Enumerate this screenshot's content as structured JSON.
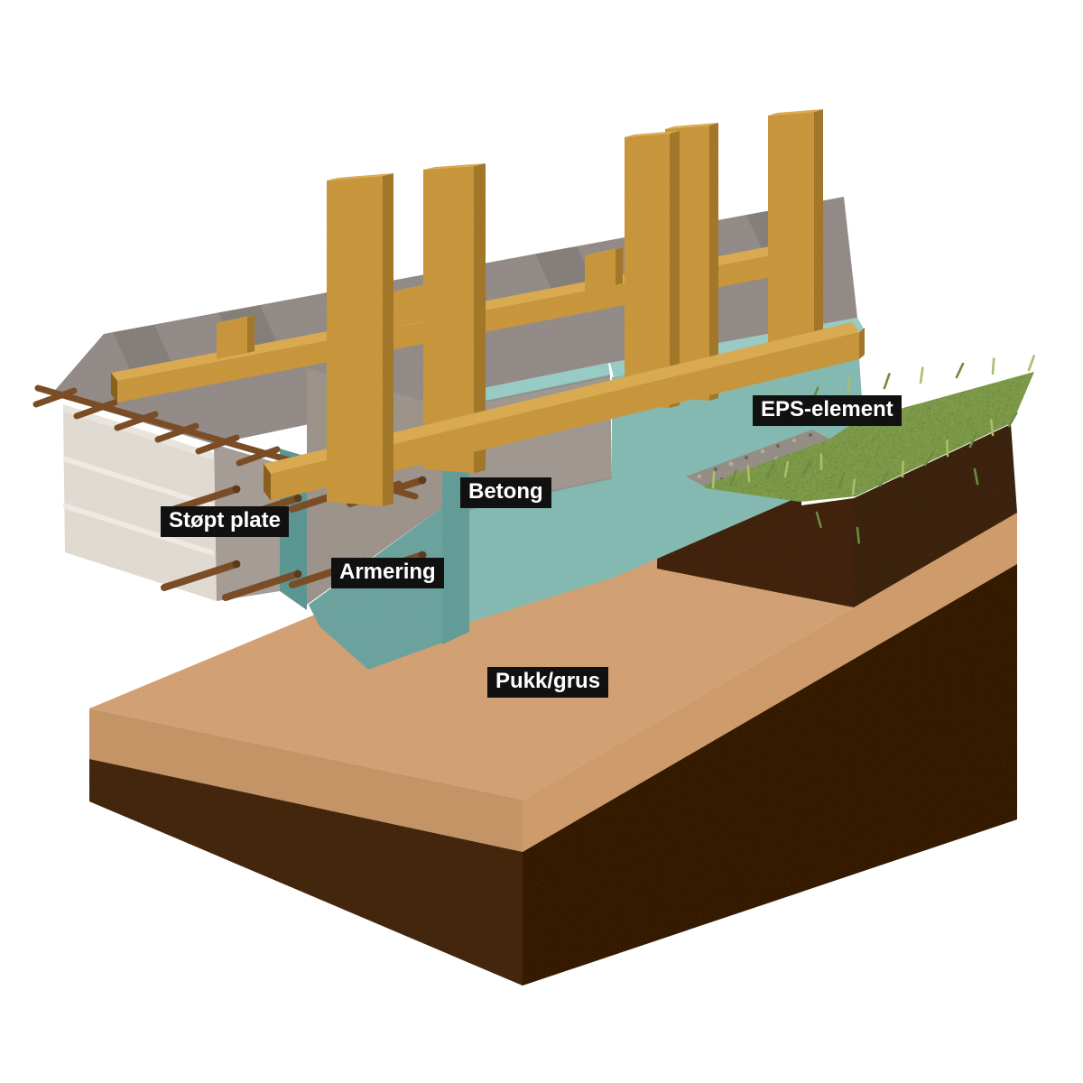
{
  "scene": {
    "background": "#ffffff",
    "labels": {
      "eps_element": "EPS-element",
      "betong": "Betong",
      "stopt_plate": "Støpt plate",
      "armering": "Armering",
      "pukk_grus": "Pukk/grus"
    },
    "label_colors": {
      "background": "#111111",
      "text": "#ffffff"
    },
    "materials": {
      "wood": "#ce9b41",
      "wood_side": "#a87b2f",
      "wood_top": "#e0b055",
      "wood_end": "#8e6524",
      "concrete_top": "#98908c",
      "concrete_cut": "#aba29b",
      "concrete_beam": "#a29890",
      "concrete_band": "#a59c95",
      "eps_teal": "#89bfb8",
      "eps_teal_strip": "#9ed2ca",
      "eps_teal_cut": "#5e9b97",
      "eps_teal_cut2": "#67a19c",
      "eps_teal_bottom": "#6fa8a3",
      "eps_white": "#e7e1d8",
      "eps_white_gap": "#f5f2ec",
      "eps_white_edge": "#f0ebe3",
      "gravel_top": "#d8a678",
      "gravel_front": "#cb9a6b",
      "gravel_band": "#d5a070",
      "soil_front": "#4e2d17",
      "soil_right": "#3e2411",
      "terrain_front": "#4c2b14",
      "terrain_right": "#452918",
      "grass": "#85a04f",
      "grass_blade_light": "#a9bf69",
      "grass_blade_dark": "#6e8a40",
      "stones": "#99938a",
      "stone_light": "#b7b1a7",
      "stone_dark": "#6f6962",
      "rebar": "#7a4d26",
      "rebar_dark": "#5e3a1c"
    }
  }
}
